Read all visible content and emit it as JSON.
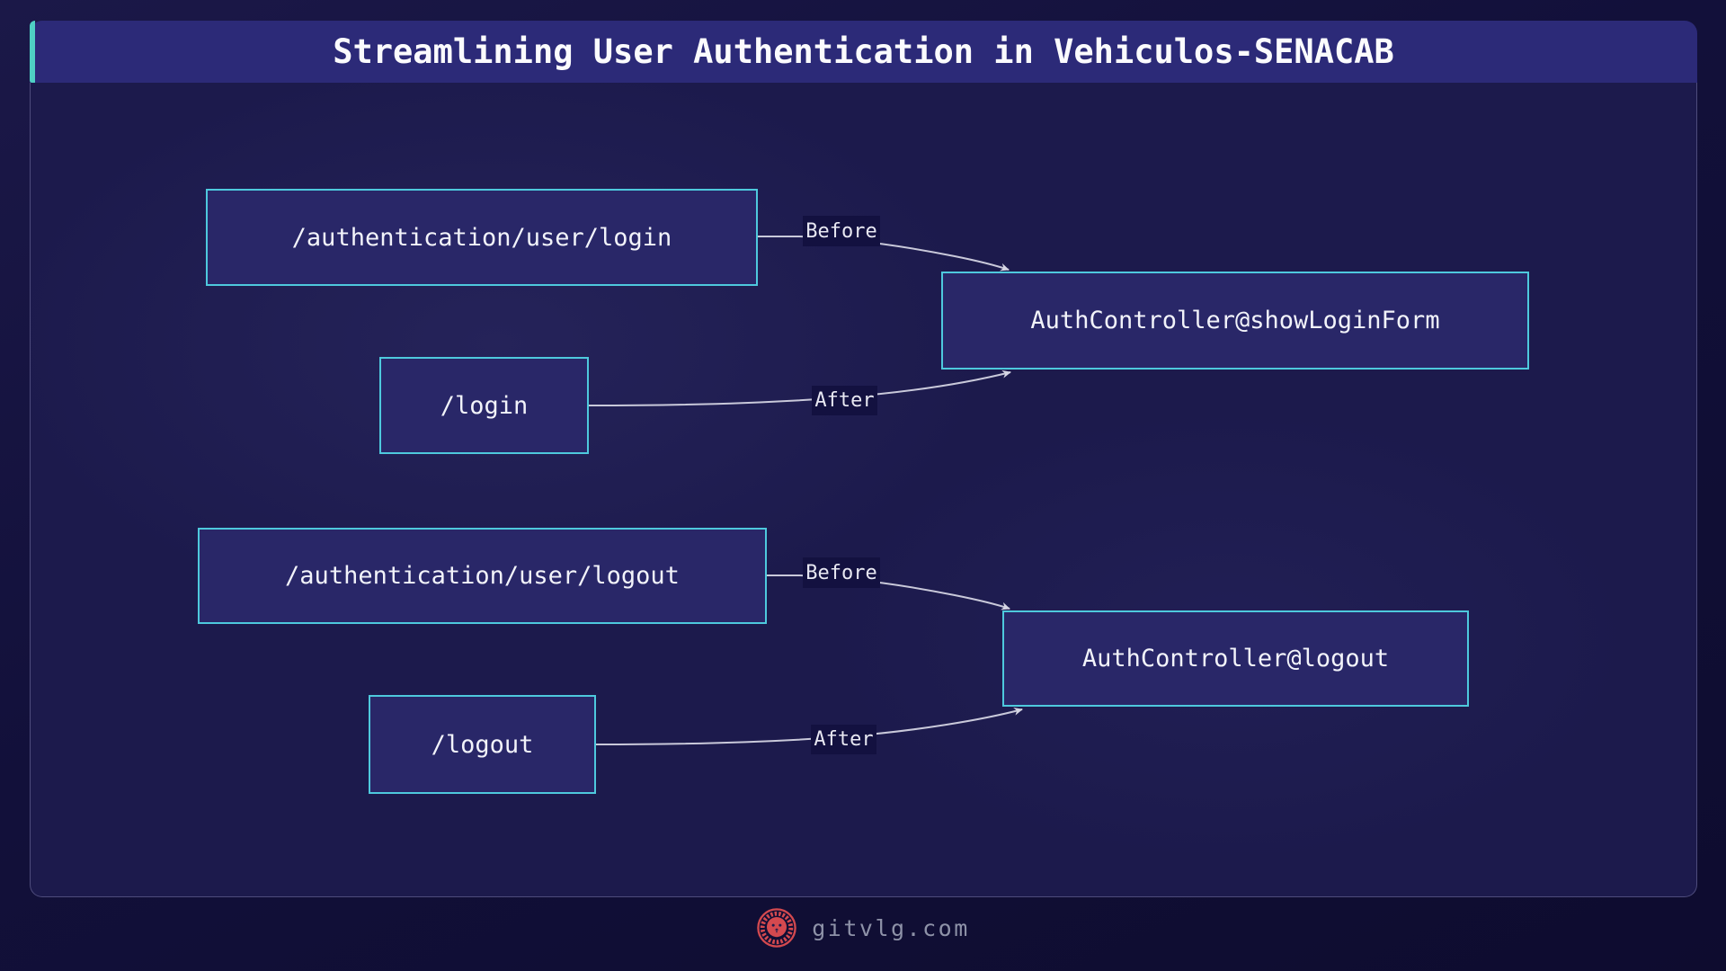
{
  "header": {
    "title": "Streamlining User Authentication in Vehiculos-SENACAB"
  },
  "diagram": {
    "nodes": [
      {
        "id": "route-login-long",
        "label": "/authentication/user/login"
      },
      {
        "id": "controller-show-login-form",
        "label": "AuthController@showLoginForm"
      },
      {
        "id": "route-login-short",
        "label": "/login"
      },
      {
        "id": "route-logout-long",
        "label": "/authentication/user/logout"
      },
      {
        "id": "controller-logout",
        "label": "AuthController@logout"
      },
      {
        "id": "route-logout-short",
        "label": "/logout"
      }
    ],
    "edges": [
      {
        "from": "/authentication/user/login",
        "to": "AuthController@showLoginForm",
        "label": "Before"
      },
      {
        "from": "/login",
        "to": "AuthController@showLoginForm",
        "label": "After"
      },
      {
        "from": "/authentication/user/logout",
        "to": "AuthController@logout",
        "label": "Before"
      },
      {
        "from": "/logout",
        "to": "AuthController@logout",
        "label": "After"
      }
    ]
  },
  "footer": {
    "brand": "gitvlg.com",
    "logo_icon": "lion-emblem-icon"
  },
  "colors": {
    "page_background": "#12103a",
    "title_bar": "#2c2a78",
    "accent_teal": "#4fd0c4",
    "panel_background": "#1c1a4c",
    "panel_border": "#4e4c7c",
    "node_fill": "#292768",
    "node_border": "#4ec9dd",
    "node_text": "#f2f3fa",
    "edge_line": "#c9c9da",
    "edge_label_background": "#131140",
    "edge_label_text": "#e8e8f2",
    "brand_red": "#d4494f",
    "footer_text": "#8e92a8"
  }
}
